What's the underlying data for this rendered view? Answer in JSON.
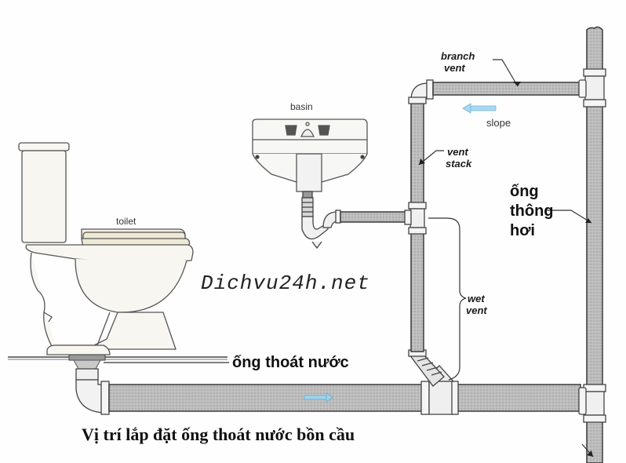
{
  "diagram": {
    "title": "Vị trí lắp đặt ống thoát nước bồn cầu",
    "watermark": "Dichvu24h.net",
    "fixtures": {
      "toilet": "toilet",
      "basin": "basin"
    },
    "labels": {
      "branch_vent_line1": "branch",
      "branch_vent_line2": "vent",
      "slope": "slope",
      "vent_stack_line1": "vent",
      "vent_stack_line2": "stack",
      "wet_vent_line1": "wet",
      "wet_vent_line2": "vent",
      "ong_thong_hoi_line1": "ống",
      "ong_thong_hoi_line2": "thông",
      "ong_thong_hoi_line3": "hơi",
      "ong_thoat_nuoc": "ống thoát nước"
    },
    "colors": {
      "pipe_fill": "#b8b8b8",
      "pipe_outline": "#3a3a3a",
      "slope_arrow": "#8fc8e8",
      "background": "#fefefe"
    }
  }
}
